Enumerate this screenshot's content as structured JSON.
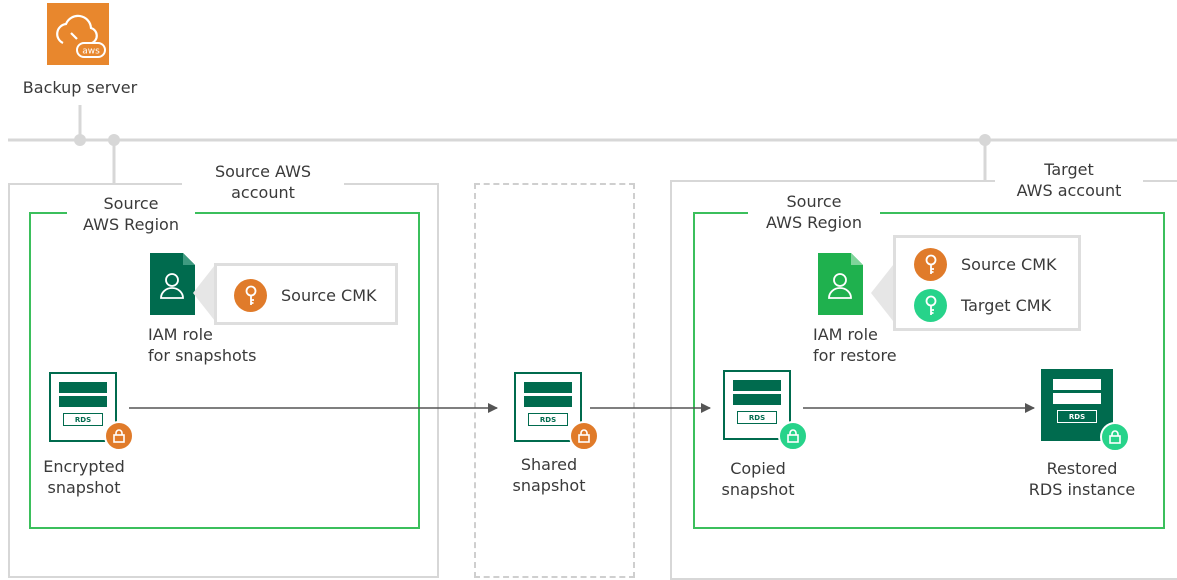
{
  "backup_server": {
    "label": "Backup server",
    "icon_text": "aws"
  },
  "source_account": {
    "title_line1": "Source AWS",
    "title_line2": "account",
    "region": {
      "title_line1": "Source",
      "title_line2": "AWS Region",
      "iam_role": {
        "line1": "IAM role",
        "line2": "for snapshots"
      },
      "cmk_items": [
        {
          "label": "Source CMK",
          "color": "#e07b2a"
        }
      ],
      "snapshot": {
        "line1": "Encrypted",
        "line2": "snapshot",
        "icon_tag": "RDS",
        "lock_color": "#e07b2a"
      }
    }
  },
  "shared": {
    "line1": "Shared",
    "line2": "snapshot",
    "icon_tag": "RDS",
    "lock_color": "#e07b2a"
  },
  "target_account": {
    "title_line1": "Target",
    "title_line2": "AWS account",
    "region": {
      "title_line1": "Source",
      "title_line2": "AWS Region",
      "iam_role": {
        "line1": "IAM role",
        "line2": "for restore"
      },
      "cmk_items": [
        {
          "label": "Source CMK",
          "color": "#e07b2a"
        },
        {
          "label": "Target CMK",
          "color": "#27d38a"
        }
      ],
      "copied": {
        "line1": "Copied",
        "line2": "snapshot",
        "icon_tag": "RDS",
        "lock_color": "#27d38a"
      },
      "restored": {
        "line1": "Restored",
        "line2": "RDS instance",
        "icon_tag": "RDS",
        "lock_color": "#27d38a"
      }
    }
  },
  "colors": {
    "aws_orange": "#e8872d",
    "rds_green": "#006b4e",
    "region_border": "#3bbf5c",
    "account_border": "#d7d7d7",
    "network_line": "#d7d7d7",
    "arrow": "#555555"
  }
}
